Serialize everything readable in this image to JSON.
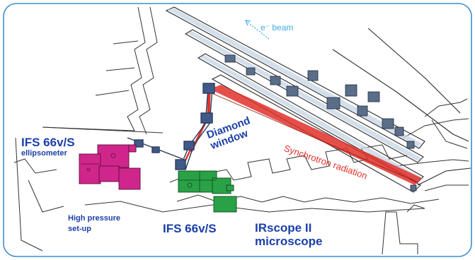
{
  "diagram": {
    "beam_label": "e⁻ beam",
    "ifs_ellipsometer": {
      "title": "IFS 66v/S",
      "subtitle": "ellipsometer"
    },
    "diamond_window": [
      "Diamond",
      "window"
    ],
    "synchrotron": "Synchrotron radiation",
    "high_pressure": [
      "High pressure",
      "set-up"
    ],
    "ifs_main": "IFS 66v/S",
    "irscope": [
      "IRscope II",
      "microscope"
    ]
  },
  "colors": {
    "frame": "#3f8ecb",
    "label_blue": "#1a3fa8",
    "beam_cyan": "#3fa8e0",
    "synchrotron_red": "#e0302a",
    "ellipsometer_magenta": "#d0268c",
    "ifs_green": "#2aa146",
    "line_dark": "#333333"
  }
}
